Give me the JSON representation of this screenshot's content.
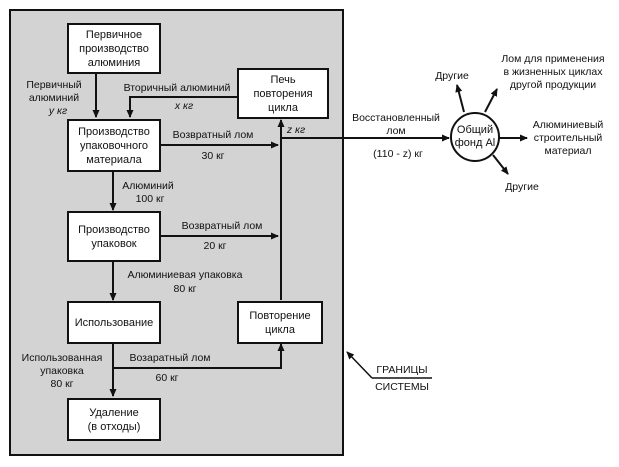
{
  "boxes": {
    "primary_production": "Первичное\nпроизводство\nалюминия",
    "packaging_material": "Производство\nупаковочного\nматериала",
    "packaging_production": "Производство\nупаковок",
    "use": "Использование",
    "disposal": "Удаление\n(в отходы)",
    "furnace": "Печь\nповторения\nцикла",
    "recycling": "Повторение\nцикла",
    "pool": "Общий\nфонд Al"
  },
  "flows": {
    "primary_al": "Первичный\nалюминий",
    "primary_al_qty": "y кг",
    "secondary_al": "Вторичный алюминий",
    "secondary_al_qty": "x кг",
    "scrap1": "Возвратный лом",
    "scrap1_qty": "30 кг",
    "z_qty": "z кг",
    "aluminium": "Алюминий",
    "aluminium_qty": "100 кг",
    "scrap2": "Возвратный лом",
    "scrap2_qty": "20 кг",
    "al_packaging": "Алюминиевая упаковка",
    "al_packaging_qty": "80 кг",
    "used_packaging": "Использованная\nупаковка\n80 кг",
    "scrap3": "Возаратный лом",
    "scrap3_qty": "60 кг",
    "recovered_scrap": "Восстановленный\nлом",
    "recovered_qty": "(110 - z) кг"
  },
  "outputs": {
    "other_top": "Другие",
    "other_life_cycles": "Лом для применения\nв жизненных циклах\nдругой продукции",
    "building_material": "Алюминиевый\nстроительный\nматериал",
    "other_bottom": "Другие"
  },
  "boundary_label_top": "ГРАНИЦЫ",
  "boundary_label_bottom": "СИСТЕМЫ"
}
